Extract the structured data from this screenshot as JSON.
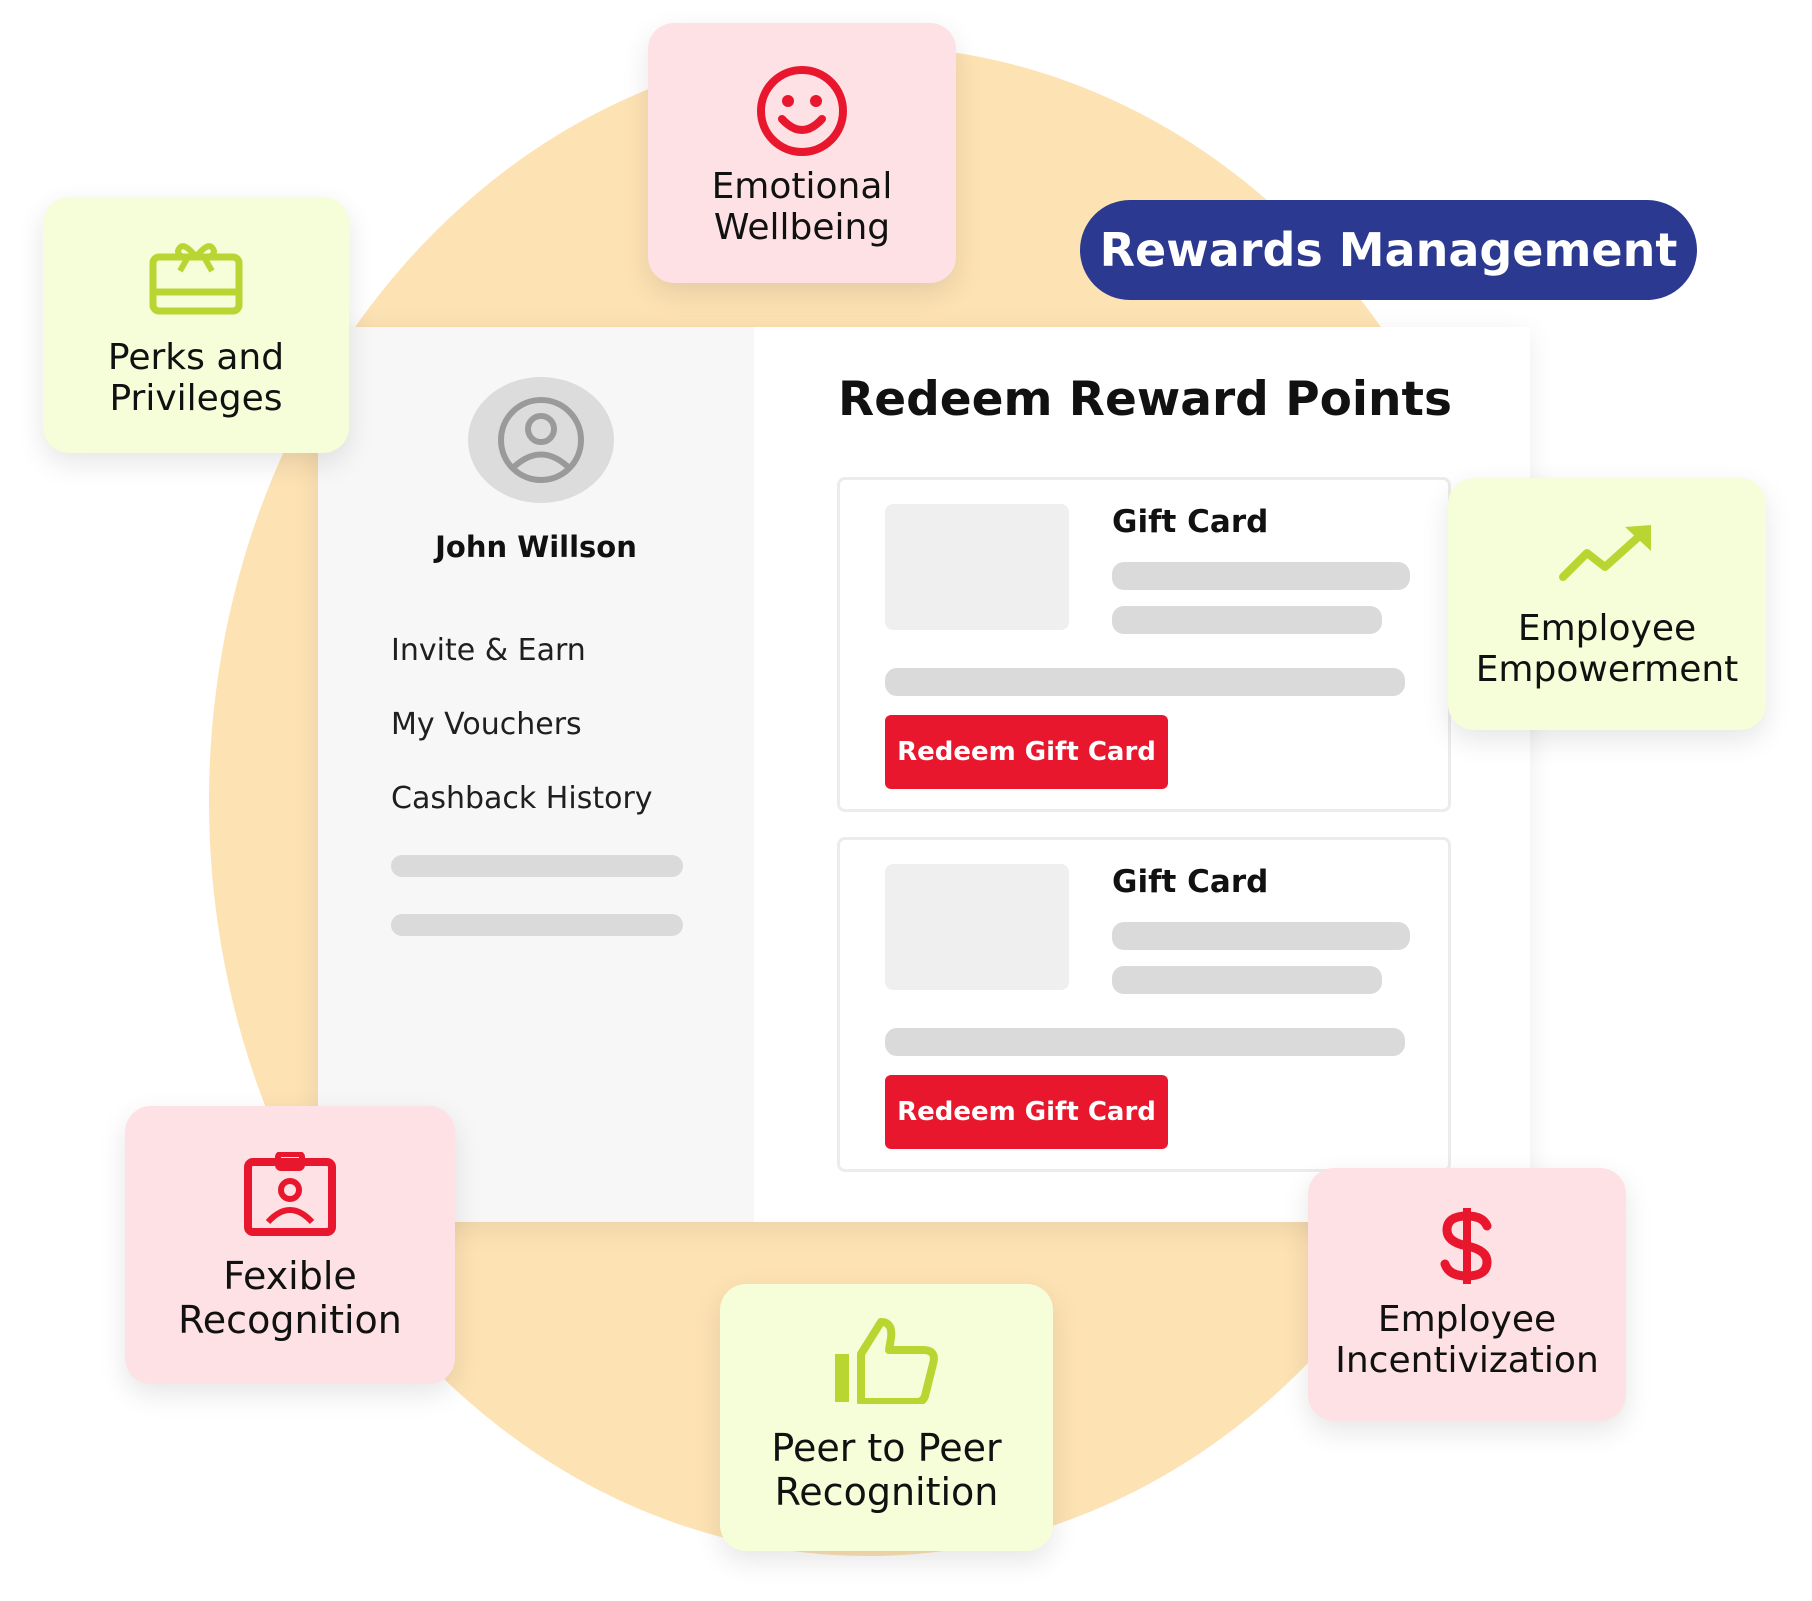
{
  "header": {
    "title": "Rewards Management"
  },
  "profile": {
    "name": "John Willson",
    "avatar_icon": "user-avatar-icon"
  },
  "sidebar": {
    "items": [
      {
        "label": "Invite & Earn"
      },
      {
        "label": "My Vouchers"
      },
      {
        "label": "Cashback History"
      }
    ]
  },
  "main": {
    "title": "Redeem Reward Points",
    "cards": [
      {
        "title": "Gift Card",
        "button_label": "Redeem Gift Card"
      },
      {
        "title": "Gift Card",
        "button_label": "Redeem Gift Card"
      }
    ]
  },
  "features": {
    "emotional_wellbeing": {
      "line1": "Emotional",
      "line2": "Wellbeing",
      "icon": "smiley-icon"
    },
    "perks_privileges": {
      "line1": "Perks and",
      "line2": "Privileges",
      "icon": "gift-card-icon"
    },
    "employee_empowerment": {
      "line1": "Employee",
      "line2": "Empowerment",
      "icon": "trending-up-icon"
    },
    "flexible_recognition": {
      "line1": "Fexible",
      "line2": "Recognition",
      "icon": "id-badge-icon"
    },
    "peer_recognition": {
      "line1": "Peer to Peer",
      "line2": "Recognition",
      "icon": "thumbs-up-icon"
    },
    "employee_incentivization": {
      "line1": "Employee",
      "line2": "Incentivization",
      "icon": "dollar-icon"
    }
  },
  "colors": {
    "accent_red": "#e8172e",
    "navy": "#2b3990",
    "lime": "#b9d531",
    "circle_bg": "#fde2b3",
    "pink_card": "#fde1e4",
    "green_card": "#f6fdd9"
  }
}
